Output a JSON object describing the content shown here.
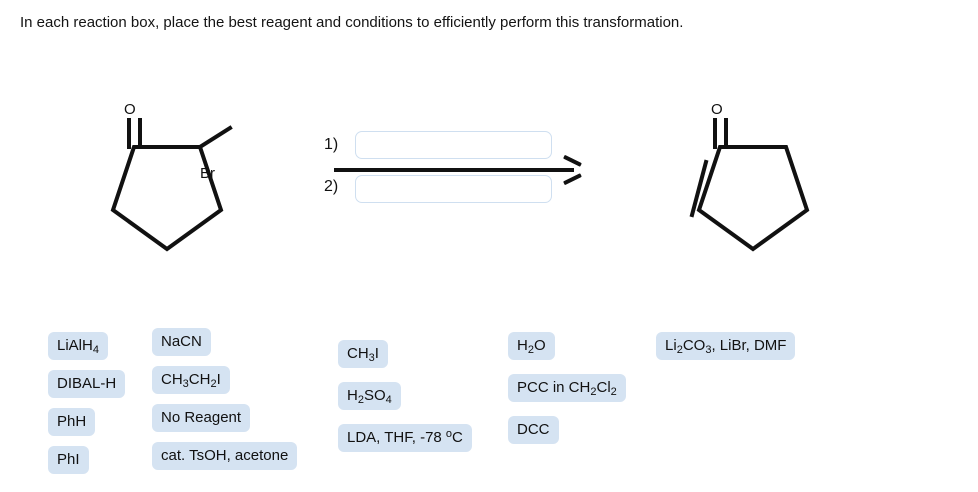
{
  "prompt": "In each reaction box, place the best reagent and conditions to efficiently perform this transformation.",
  "reaction": {
    "step1_label": "1)",
    "step2_label": "2)",
    "box1_value": "",
    "box2_value": "",
    "arrow": "forward-reaction-arrow"
  },
  "structures": {
    "reactant": {
      "name": "2-bromocyclopentanone",
      "oxygen_label": "O",
      "bromine_label": "Br"
    },
    "product": {
      "name": "cyclopent-2-en-1-one",
      "oxygen_label": "O"
    }
  },
  "reagent_bank": {
    "columns": [
      {
        "chips": [
          {
            "html": "LiAlH<sub>4</sub>",
            "text": "LiAlH4"
          },
          {
            "html": "DIBAL-H",
            "text": "DIBAL-H"
          },
          {
            "html": "PhH",
            "text": "PhH"
          },
          {
            "html": "PhI",
            "text": "PhI"
          }
        ]
      },
      {
        "chips": [
          {
            "html": "NaCN",
            "text": "NaCN"
          },
          {
            "html": "CH<sub>3</sub>CH<sub>2</sub>I",
            "text": "CH3CH2I"
          },
          {
            "html": "No Reagent",
            "text": "No Reagent"
          },
          {
            "html": "cat. TsOH, acetone",
            "text": "cat. TsOH, acetone"
          }
        ]
      },
      {
        "chips": [
          {
            "html": "CH<sub>3</sub>I",
            "text": "CH3I"
          },
          {
            "html": "H<sub>2</sub>SO<sub>4</sub>",
            "text": "H2SO4"
          },
          {
            "html": "LDA, THF, -78 <sup>o</sup>C",
            "text": "LDA, THF, -78 oC"
          }
        ]
      },
      {
        "chips": [
          {
            "html": "H<sub>2</sub>O",
            "text": "H2O"
          },
          {
            "html": "PCC in CH<sub>2</sub>Cl<sub>2</sub>",
            "text": "PCC in CH2Cl2"
          },
          {
            "html": "DCC",
            "text": "DCC"
          }
        ]
      },
      {
        "chips": [
          {
            "html": "Li<sub>2</sub>CO<sub>3</sub>, LiBr, DMF",
            "text": "Li2CO3, LiBr, DMF"
          }
        ]
      }
    ]
  },
  "colors": {
    "chip_fill": "#d5e3f2",
    "box_border": "#cfdff0",
    "ink": "#111111",
    "background": "#ffffff"
  },
  "layout": {
    "column_x": [
      48,
      152,
      338,
      508,
      656
    ],
    "column_y": [
      14,
      10,
      22,
      14,
      14
    ],
    "row_gap": [
      38,
      38,
      42,
      42,
      38
    ]
  }
}
